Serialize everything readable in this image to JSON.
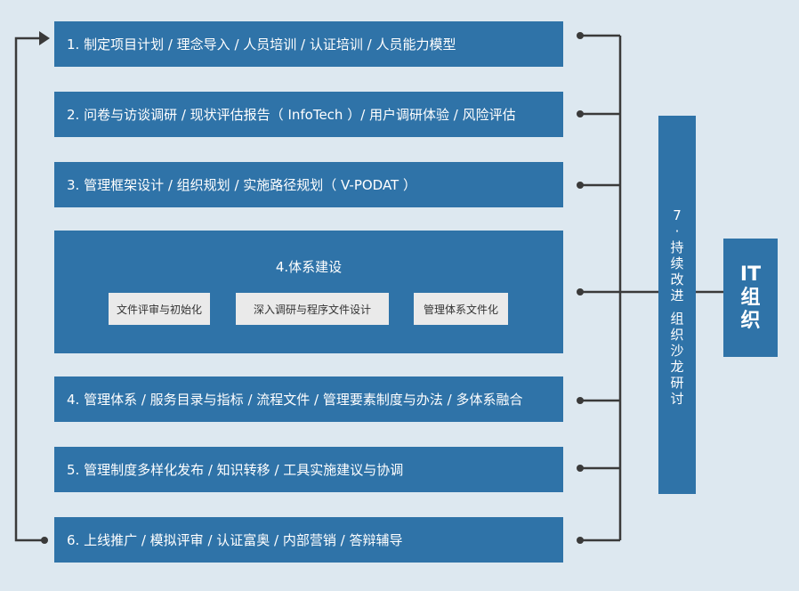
{
  "steps": [
    {
      "label": "1. 制定项目计划 / 理念导入 / 人员培训 / 认证培训 / 人员能力模型"
    },
    {
      "label": "2. 问卷与访谈调研 / 现状评估报告（ InfoTech ）/ 用户调研体验 / 风险评估"
    },
    {
      "label": "3. 管理框架设计 / 组织规划 / 实施路径规划（ V-PODAT ）"
    },
    {
      "label": "4. 管理体系 / 服务目录与指标 / 流程文件 / 管理要素制度与办法 / 多体系融合"
    },
    {
      "label": "5. 管理制度多样化发布 / 知识转移 / 工具实施建议与协调"
    },
    {
      "label": "6. 上线推广 / 模拟评审 / 认证富奥 / 内部营销 / 答辩辅导"
    }
  ],
  "system_block": {
    "title": "4.体系建设",
    "items": [
      "文件评审与初始化",
      "深入调研与程序文件设计",
      "管理体系文件化"
    ]
  },
  "continuous": {
    "number": "7",
    "dot": "·",
    "chars_a": [
      "持",
      "续",
      "改",
      "进"
    ],
    "chars_b": [
      "组",
      "织",
      "沙",
      "龙",
      "研",
      "讨"
    ]
  },
  "it_org": {
    "line1": "IT",
    "line2": "组织"
  },
  "colors": {
    "background": "#dde8f0",
    "box": "#2f73a8",
    "sub_box": "#eaeaea",
    "connector": "#3a3a3a"
  }
}
